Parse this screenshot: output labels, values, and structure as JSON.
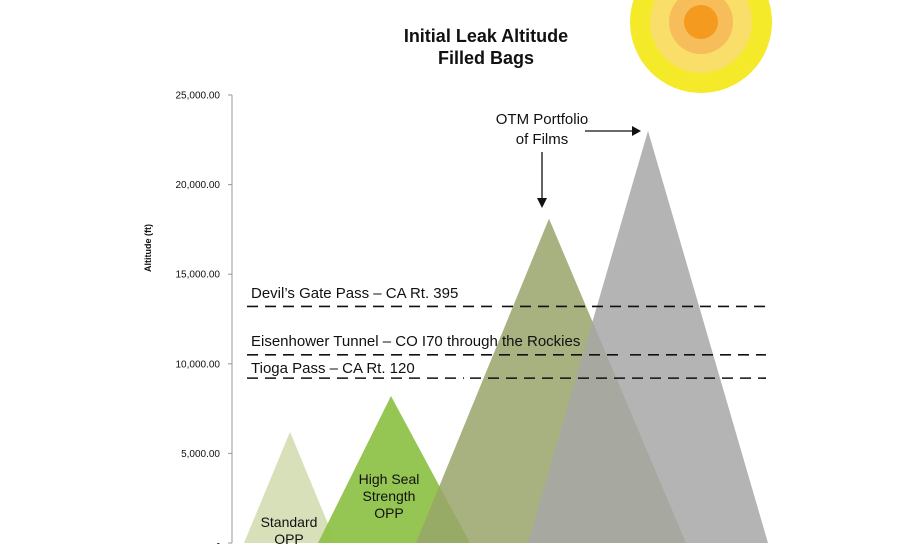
{
  "chart_data": {
    "type": "area",
    "title_lines": [
      "Initial Leak Altitude",
      "Filled Bags"
    ],
    "ylabel": "Altitude (ft)",
    "ylim": [
      0,
      25000
    ],
    "y_ticks": [
      {
        "value": 0,
        "label": "-"
      },
      {
        "value": 5000,
        "label": "5,000.00"
      },
      {
        "value": 10000,
        "label": "10,000.00"
      },
      {
        "value": 15000,
        "label": "15,000.00"
      },
      {
        "value": 20000,
        "label": "20,000.00"
      },
      {
        "value": 25000,
        "label": "25,000.00"
      }
    ],
    "grid": false,
    "series": [
      {
        "name": "Standard OPP",
        "label_lines": [
          "Standard",
          "OPP"
        ],
        "peak": 6200,
        "color": "#d6deb6"
      },
      {
        "name": "High Seal Strength OPP",
        "label_lines": [
          "High Seal",
          "Strength",
          "OPP"
        ],
        "peak": 8200,
        "color": "#8fc24a"
      },
      {
        "name": "OTM Portfolio of Films 1",
        "label_lines": [],
        "peak": 18100,
        "color": "#98a56a"
      },
      {
        "name": "OTM Portfolio of Films 2",
        "label_lines": [],
        "peak": 23000,
        "color": "#a7a7a7"
      }
    ],
    "reference_lines": [
      {
        "label": "Devil’s Gate Pass – CA Rt. 395",
        "value": 13200
      },
      {
        "label": "Eisenhower Tunnel – CO I70 through the Rockies",
        "value": 10500
      },
      {
        "label": "Tioga Pass – CA Rt. 120",
        "value": 9200
      }
    ],
    "callout_lines": [
      "OTM Portfolio",
      "of Films"
    ],
    "sun_colors": [
      "#f5ea2a",
      "#f9de6a",
      "#f7bd5a",
      "#f39a1f"
    ]
  }
}
